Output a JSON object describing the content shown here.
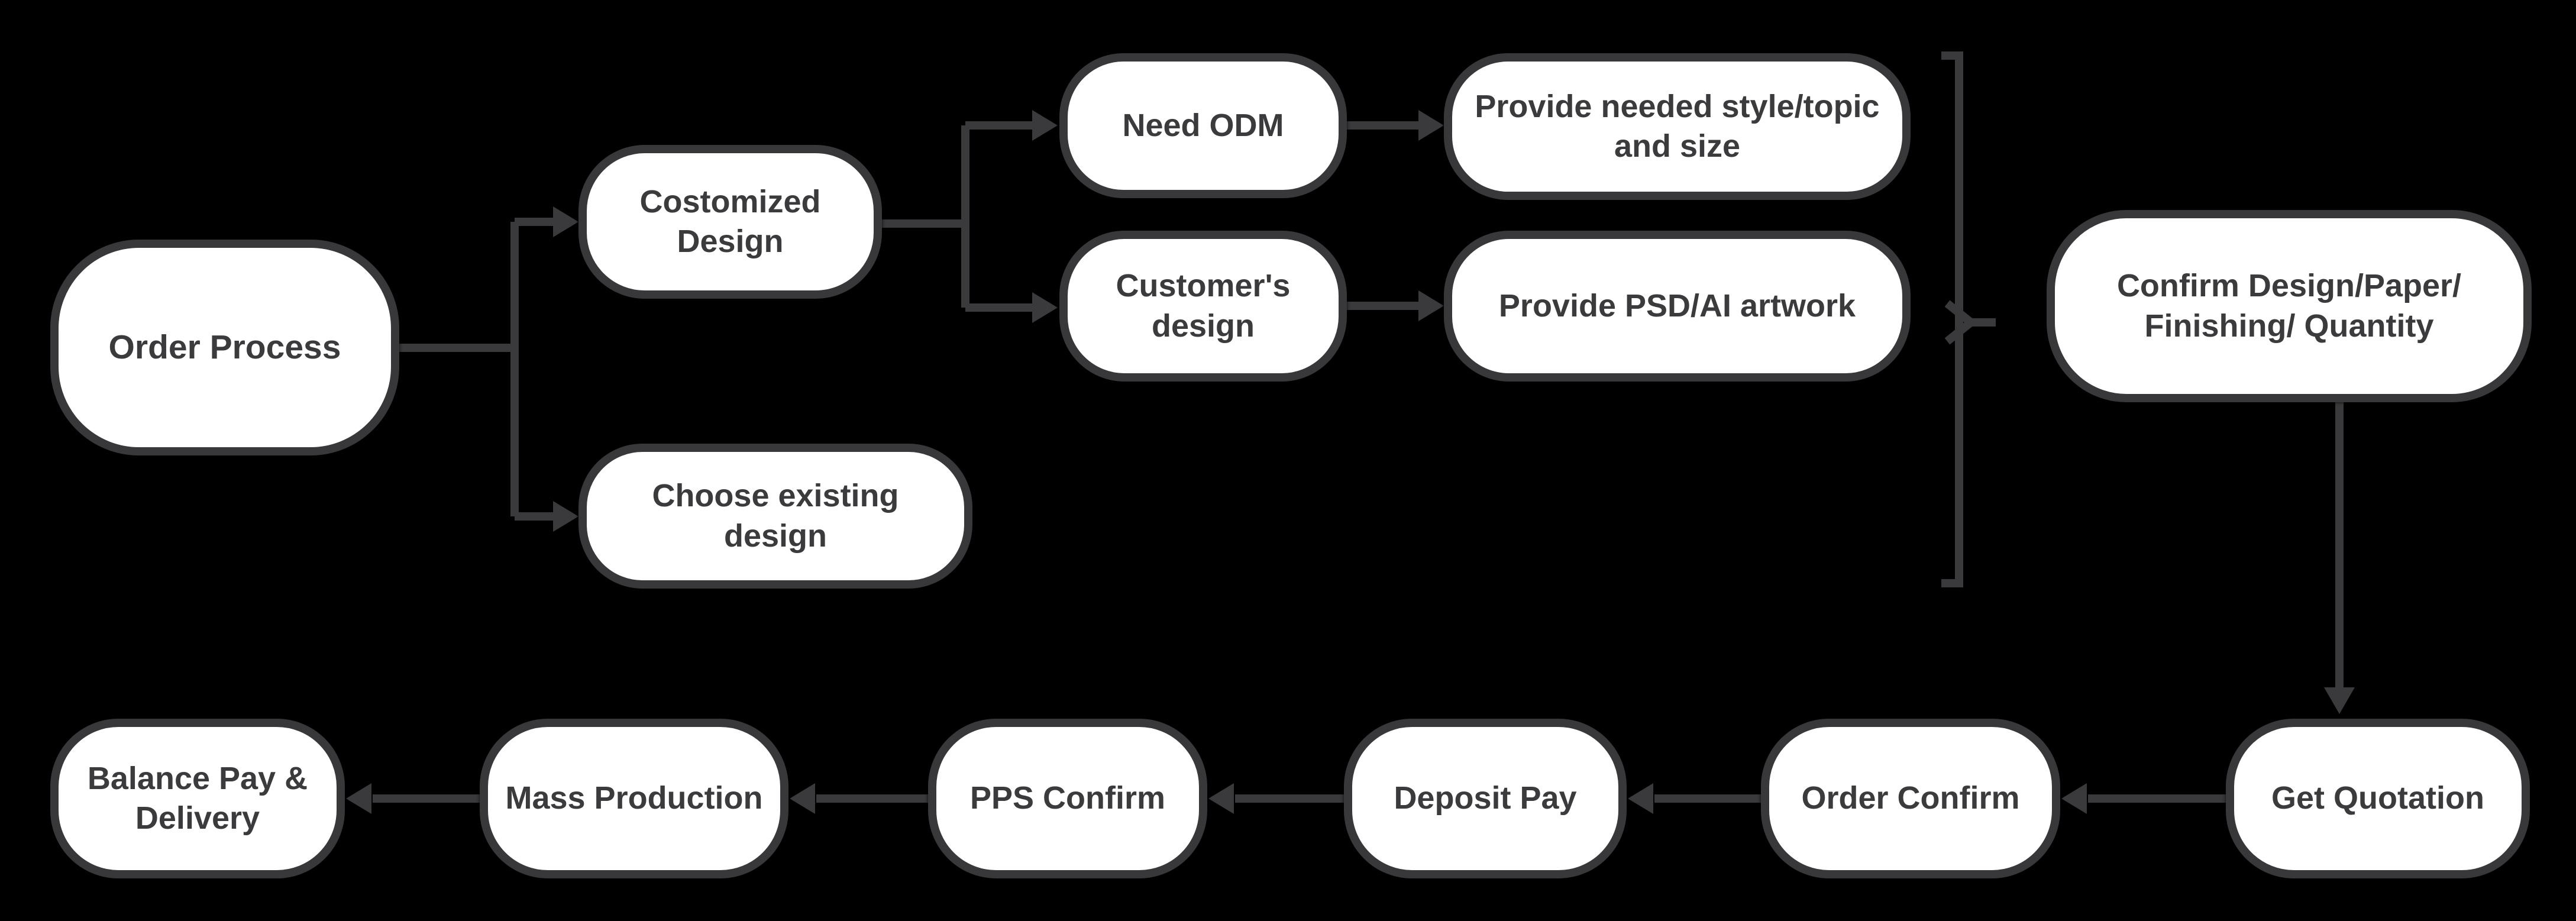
{
  "diagram": {
    "type": "flowchart",
    "title": "Order Process",
    "colors": {
      "background": "#000000",
      "node_fill": "#ffffff",
      "node_border": "#38383a",
      "connector": "#3a3a3c",
      "text": "#3b3b3d"
    },
    "nodes": [
      {
        "id": "order-process",
        "label": "Order Process"
      },
      {
        "id": "customized-design",
        "label": "Costomized\nDesign"
      },
      {
        "id": "choose-existing-design",
        "label": "Choose existing\ndesign"
      },
      {
        "id": "need-odm",
        "label": "Need ODM"
      },
      {
        "id": "provide-style-topic-size",
        "label": "Provide needed style/topic\nand size"
      },
      {
        "id": "customers-design",
        "label": "Customer's\ndesign"
      },
      {
        "id": "provide-psd-ai-artwork",
        "label": "Provide PSD/AI artwork"
      },
      {
        "id": "confirm-design",
        "label": "Confirm Design/Paper/\nFinishing/ Quantity"
      },
      {
        "id": "get-quotation",
        "label": "Get Quotation"
      },
      {
        "id": "order-confirm",
        "label": "Order Confirm"
      },
      {
        "id": "deposit-pay",
        "label": "Deposit Pay"
      },
      {
        "id": "pps-confirm",
        "label": "PPS Confirm"
      },
      {
        "id": "mass-production",
        "label": "Mass Production"
      },
      {
        "id": "balance-pay-delivery",
        "label": "Balance Pay &\nDelivery"
      }
    ],
    "edges": [
      {
        "from": "order-process",
        "to": "customized-design"
      },
      {
        "from": "order-process",
        "to": "choose-existing-design"
      },
      {
        "from": "customized-design",
        "to": "need-odm"
      },
      {
        "from": "customized-design",
        "to": "customers-design"
      },
      {
        "from": "need-odm",
        "to": "provide-style-topic-size"
      },
      {
        "from": "customers-design",
        "to": "provide-psd-ai-artwork"
      },
      {
        "from": "bracket-group",
        "to": "confirm-design",
        "note": "bracket groups provide-style-topic-size and provide-psd-ai-artwork"
      },
      {
        "from": "confirm-design",
        "to": "get-quotation"
      },
      {
        "from": "get-quotation",
        "to": "order-confirm"
      },
      {
        "from": "order-confirm",
        "to": "deposit-pay"
      },
      {
        "from": "deposit-pay",
        "to": "pps-confirm"
      },
      {
        "from": "pps-confirm",
        "to": "mass-production"
      },
      {
        "from": "mass-production",
        "to": "balance-pay-delivery"
      }
    ]
  }
}
